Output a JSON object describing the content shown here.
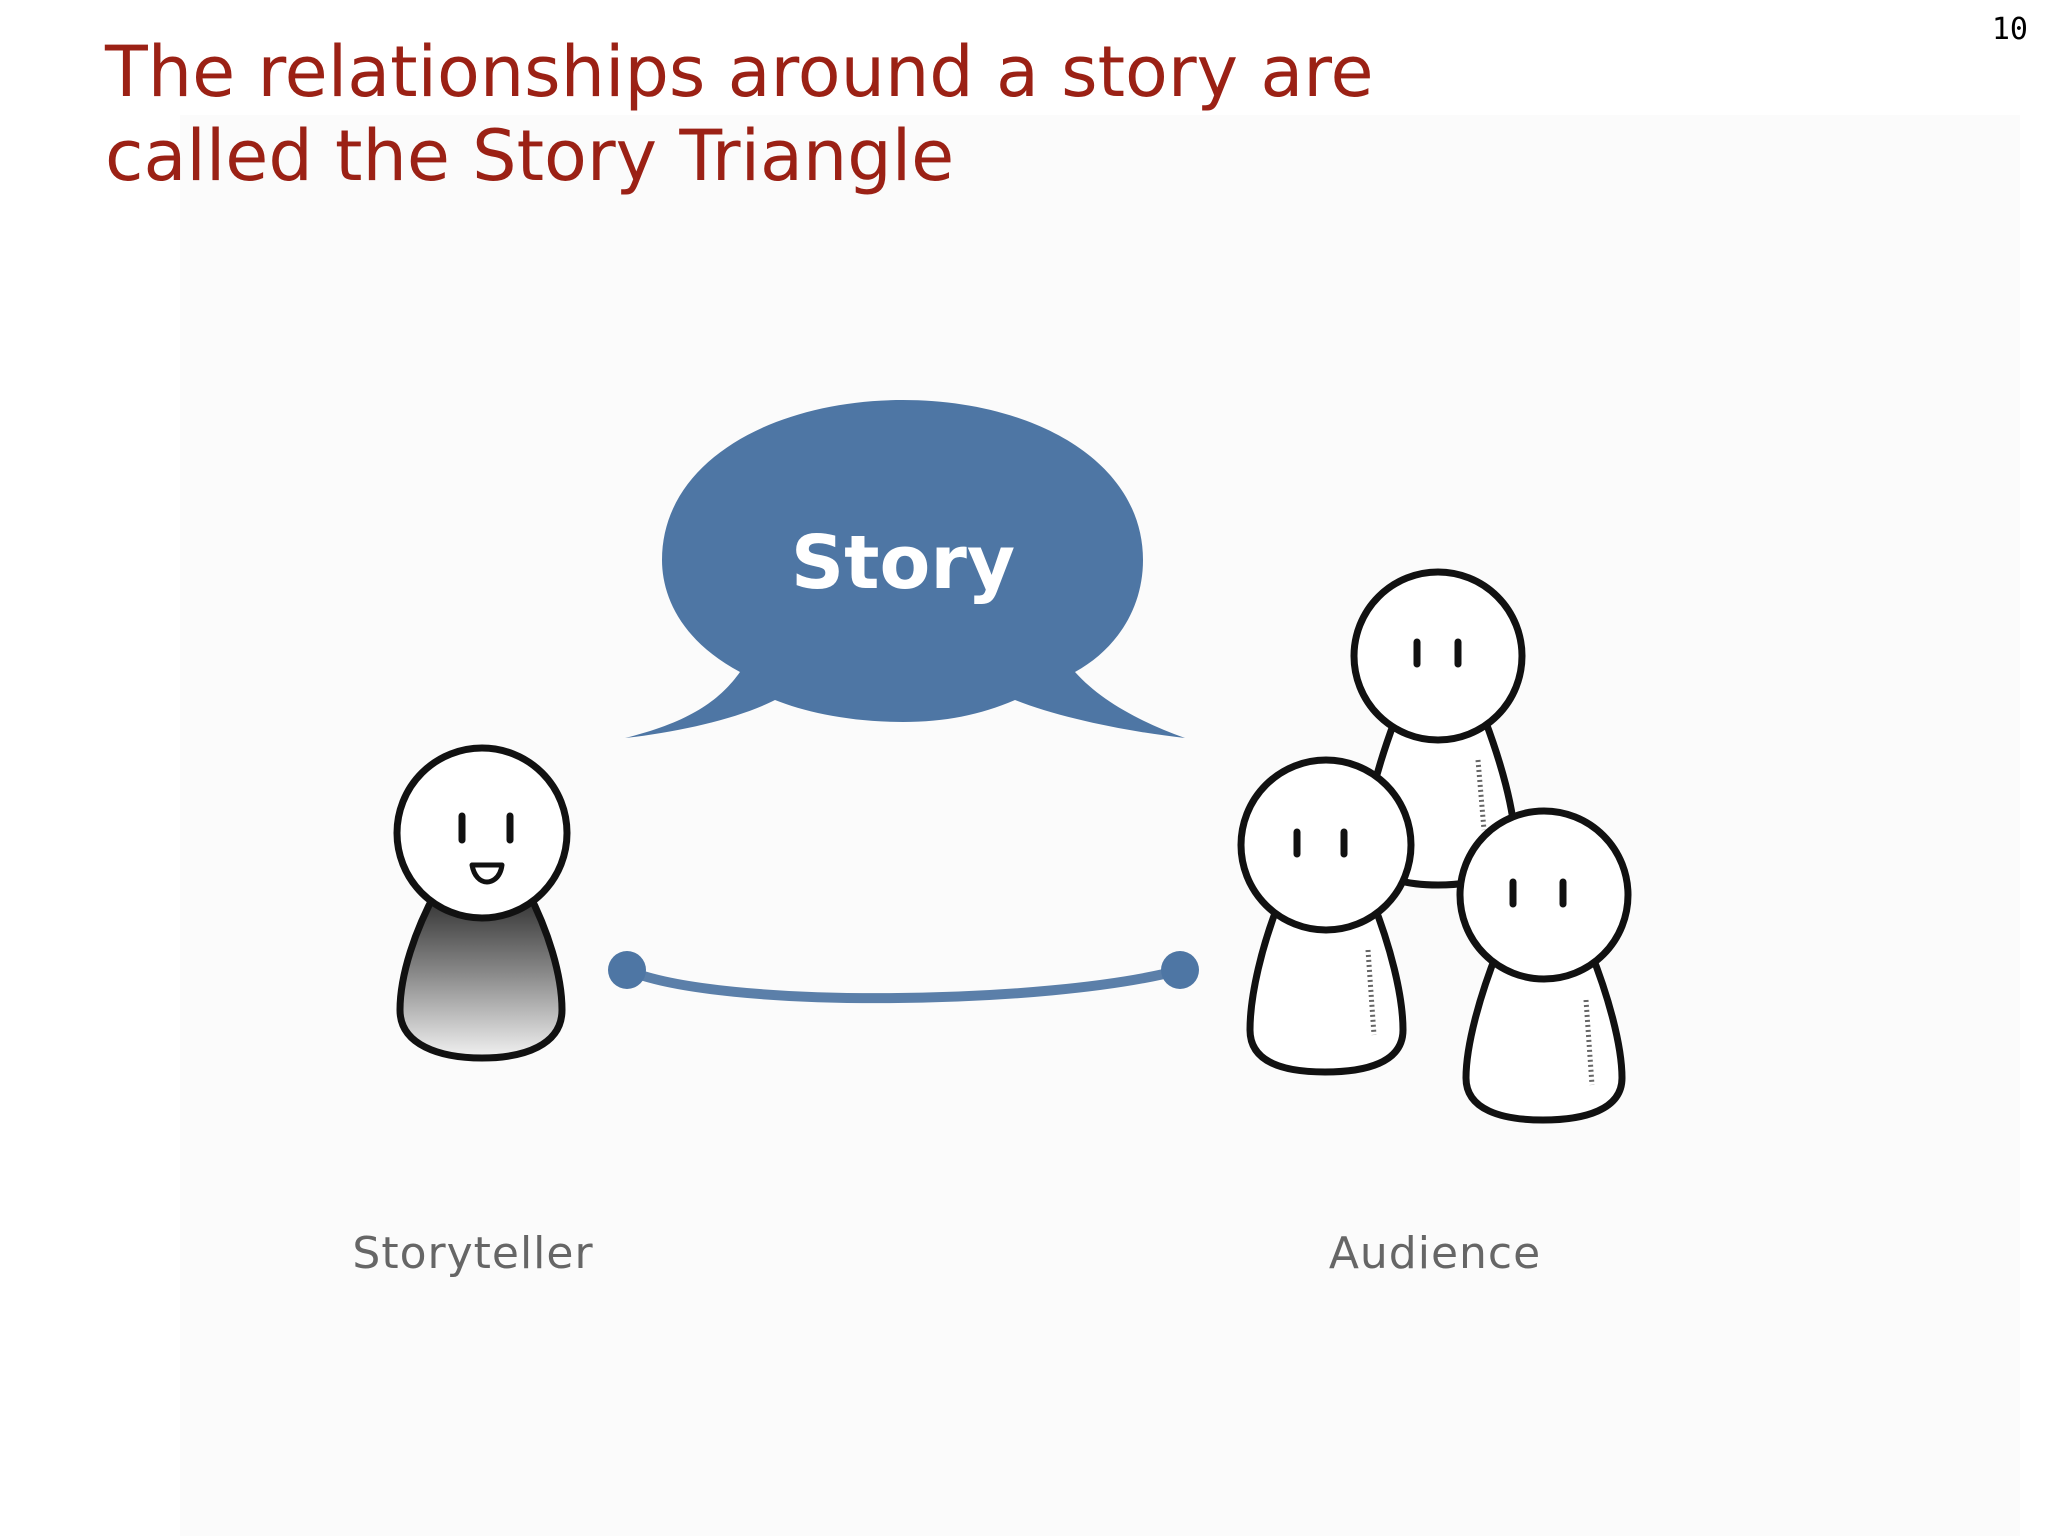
{
  "slide": {
    "title_line1": "The relationships around a story are",
    "title_line2": "called the Story Triangle",
    "page_number": "10"
  },
  "diagram": {
    "bubble_label": "Story",
    "storyteller_label": "Storyteller",
    "audience_label": "Audience",
    "colors": {
      "title": "#9b2115",
      "bubble": "#4e76a4",
      "connector": "#5b7fa9",
      "figure_outline": "#111111",
      "caption": "#666666"
    }
  }
}
